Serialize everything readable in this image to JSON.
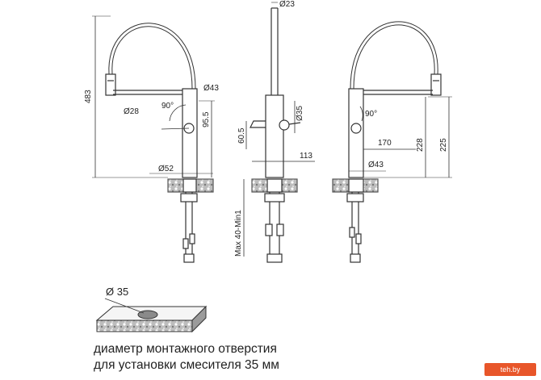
{
  "dimensions": {
    "spray_diameter": "Ø23",
    "body_diameter_top": "Ø43",
    "handle_diameter": "Ø28",
    "lever_angle": "90°",
    "total_height": "483",
    "body_height": "95.5",
    "base_diameter": "Ø52",
    "lever_height": "60.5",
    "side_diameter": "Ø35",
    "reach": "113",
    "mount_thickness": "Max 40-Min1",
    "right_angle": "90°",
    "right_reach": "170",
    "right_height_a": "228",
    "right_height_b": "225",
    "right_base_diameter": "Ø43"
  },
  "hole_label": "Ø 35",
  "caption_line1": "диаметр монтажного отверстия",
  "caption_line2": "для установки смесителя 35 мм",
  "watermark": "teh.by",
  "colors": {
    "line": "#333333",
    "stone": "#9b9b9b",
    "badge": "#e8562a"
  }
}
